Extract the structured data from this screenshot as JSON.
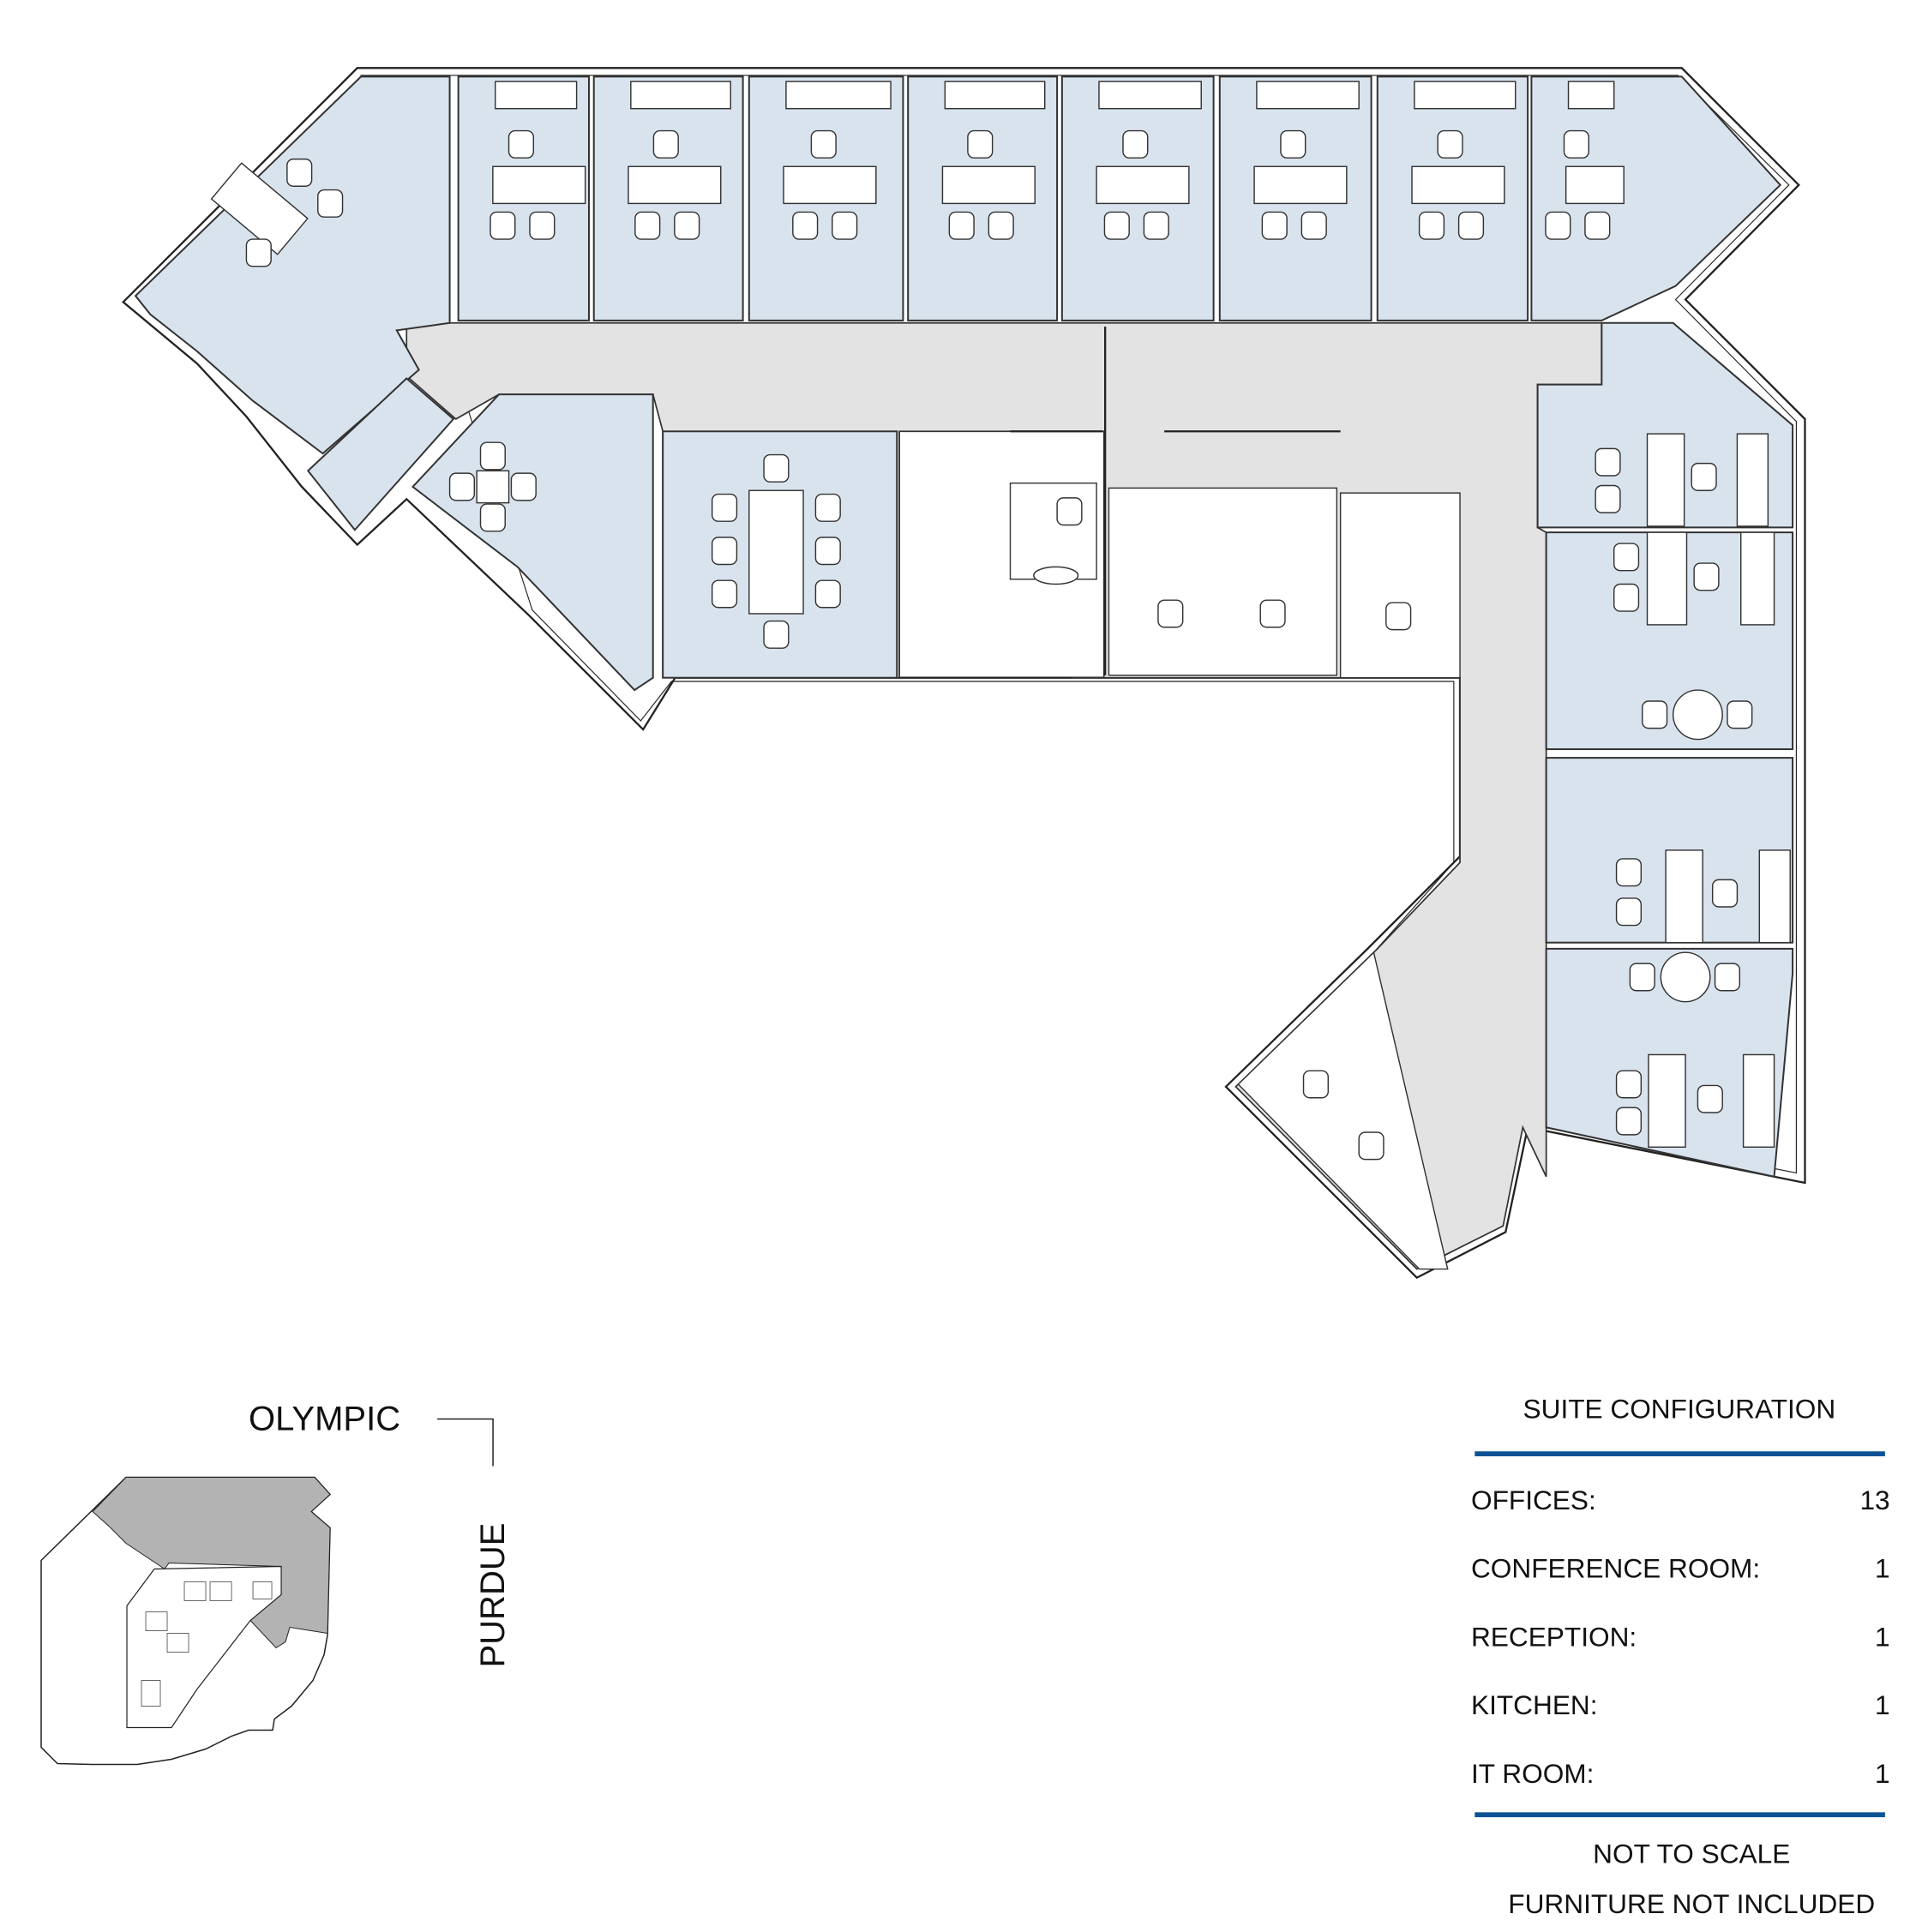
{
  "key_plan": {
    "street_north": "OLYMPIC",
    "street_east": "PURDUE"
  },
  "suite_configuration": {
    "title": "SUITE CONFIGURATION",
    "rows": [
      {
        "label": "OFFICES:",
        "value": "13"
      },
      {
        "label": "CONFERENCE ROOM:",
        "value": "1"
      },
      {
        "label": "RECEPTION:",
        "value": "1"
      },
      {
        "label": "KITCHEN:",
        "value": "1"
      },
      {
        "label": "IT ROOM:",
        "value": "1"
      }
    ],
    "note_1": "NOT TO SCALE",
    "note_2": "FURNITURE NOT INCLUDED"
  },
  "colors": {
    "room_fill": "#d9e3ee",
    "corridor_fill": "#e3e3e3",
    "suite_highlight": "#b3b3b3",
    "rule_blue": "#0b5394"
  }
}
